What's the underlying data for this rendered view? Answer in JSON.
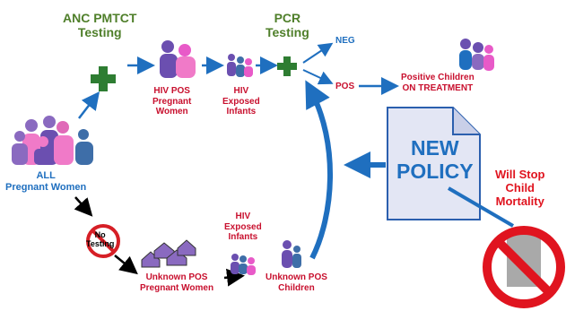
{
  "labels": {
    "anc_pmtct": "ANC PMTCT",
    "anc_testing": "Testing",
    "pcr": "PCR",
    "pcr_testing": "Testing",
    "neg": "NEG",
    "pos": "POS",
    "positive_children_1": "Positive Children",
    "positive_children_2": "ON TREATMENT",
    "hiv_pos_1": "HIV POS",
    "hiv_pos_2": "Pregnant",
    "hiv_pos_3": "Women",
    "hiv_exposed_1": "HIV",
    "hiv_exposed_2": "Exposed",
    "hiv_exposed_3": "Infants",
    "all_1": "ALL",
    "all_2": "Pregnant Women",
    "no_testing_1": "No",
    "no_testing_2": "Testing",
    "unknown_pos_women_1": "Unknown POS",
    "unknown_pos_women_2": "Pregnant Women",
    "hiv_exposed_b_1": "HIV",
    "hiv_exposed_b_2": "Exposed",
    "hiv_exposed_b_3": "Infants",
    "unknown_pos_children_1": "Unknown  POS",
    "unknown_pos_children_2": "Children",
    "new_policy_1": "NEW",
    "new_policy_2": "POLICY",
    "will_stop_1": "Will Stop",
    "will_stop_2": "Child",
    "will_stop_3": "Mortality"
  },
  "icons": {
    "cross": "green-cross-icon",
    "no_sign": "prohibition-icon",
    "people": "people-group-icon",
    "houses": "houses-icon",
    "policy_doc": "document-icon"
  },
  "colors": {
    "green": "#2e7d32",
    "red": "#c8102e",
    "blue": "#1f6fbf",
    "purple": "#8a6ac0",
    "pink": "#e85ac8"
  }
}
